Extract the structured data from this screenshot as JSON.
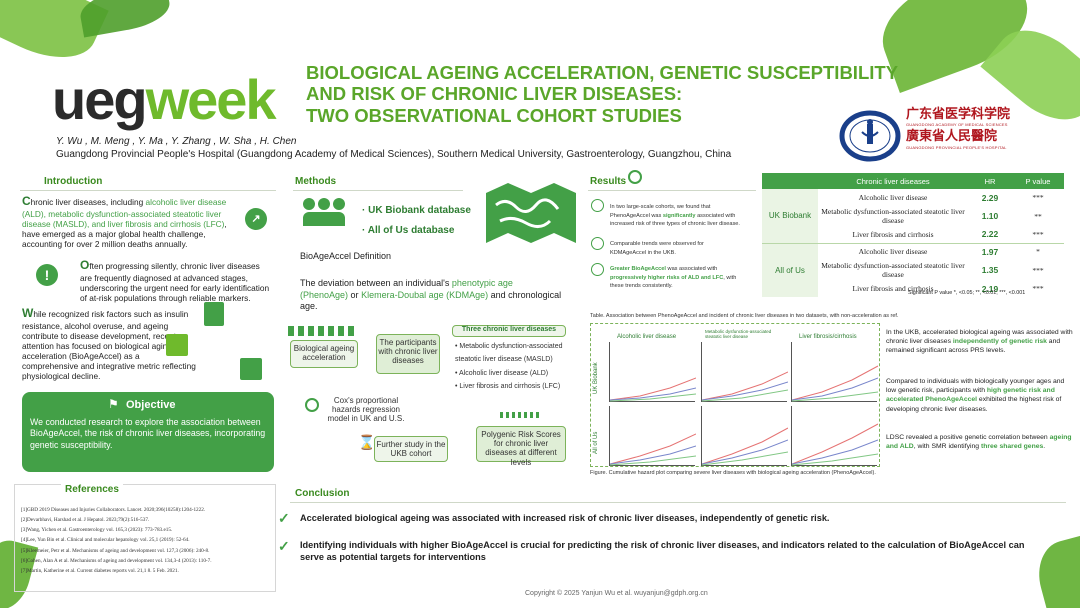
{
  "header": {
    "logo_part1": "ueg",
    "logo_part2": "week",
    "title_line1": "BIOLOGICAL AGEING ACCELERATION, GENETIC SUSCEPTIBILITY",
    "title_line2": "AND RISK OF CHRONIC LIVER DISEASES:",
    "title_line3": "TWO OBSERVATIONAL COHORT STUDIES",
    "authors": "Y. Wu , M. Meng , Y. Ma , Y. Zhang , W. Sha , H. Chen",
    "affiliation": "Guangdong Provincial People's Hospital (Guangdong Academy of Medical Sciences), Southern Medical University, Gastroenterology,  Guangzhou, China",
    "inst_cn1": "广东省医学科学院",
    "inst_en1": "GUANGDONG ACADEMY OF MEDICAL SCIENCES",
    "inst_cn2": "廣東省人民醫院",
    "inst_en2": "GUANGDONG PROVINCIAL PEOPLE'S HOSPITAL"
  },
  "introduction": {
    "heading": "Introduction",
    "p1_cap": "C",
    "p1_a": "hronic liver diseases, including ",
    "p1_b": "alcoholic liver disease (ALD), metabolic dysfunction-associated steatotic liver disease (MASLD), and liver fibrosis and cirrhosis (LFC)",
    "p1_c": ", have emerged as a major global health challenge, accounting for over 2 million deaths annually.",
    "p2_cap": "O",
    "p2": "ften progressing silently, chronic liver diseases are frequently diagnosed at advanced stages, underscoring the urgent need for early identification of at-risk populations through reliable markers.",
    "p3_cap": "W",
    "p3": "hile recognized risk factors such as insulin resistance, alcohol overuse, and ageing contribute to disease development, recent attention has focused on biological aging acceleration (BioAgeAccel) as a comprehensive and integrative metric reflecting physiological decline."
  },
  "objective": {
    "heading": "Objective",
    "text": "We conducted research to explore the association between BioAgeAccel, the risk of chronic liver diseases, incorporating genetic susceptibility."
  },
  "references": {
    "heading": "References",
    "items": [
      "[1]GBD 2019 Diseases and Injuries Collaborators. Lancet. 2020;396(10258):1204-1222.",
      "[2]Devarbhavi, Harshad et al. J Hepatol. 2023;79(2):516-537.",
      "[3]Wang, Yichen et al. Gastroenterology vol. 165,3 (2023): 773-783.e15.",
      "[4]Lee, Yun Bin et al. Clinical and molecular hepatology vol. 25,1 (2019): 52-64.",
      "[5]Kleemeier, Petr et al. Mechanisms of ageing and development vol. 127,3 (2006): 240-8.",
      "[6]Cohen, Alan A et al. Mechanisms of ageing and development vol. 134,3-4 (2013): 110-7.",
      "[7]Martin, Katherine et al. Current diabetes reports vol. 21,1 8. 5 Feb. 2021."
    ]
  },
  "methods": {
    "heading": "Methods",
    "db1": "· UK Biobank database",
    "db2": "· All of Us database",
    "def_title": "BioAgeAccel Definition",
    "dev_a": "The deviation between an individual's ",
    "dev_b": "phenotypic age (PhenoAge)",
    "dev_c": " or ",
    "dev_d": "Klemera-Doubal age (KDMAge)",
    "dev_e": " and chronological age.",
    "flow_bio": "Biological ageing acceleration",
    "flow_participants": "The participants with chronic liver diseases",
    "flow_three_head": "Three chronic liver diseases",
    "flow_list": [
      "• Metabolic dysfunction-associated steatotic liver disease (MASLD)",
      "• Alcoholic liver disease (ALD)",
      "• Liver fibrosis and cirrhosis (LFC)"
    ],
    "flow_cox": "Cox's proportional hazards regression model in UK and U.S.",
    "flow_further": "Further study in the UKB cohort",
    "flow_prs": "Polygenic Risk Scores for chronic liver diseases at different levels"
  },
  "results": {
    "heading": "Results",
    "r1_a": "In two large-scale cohorts, we found that",
    "r1_b": "PhenoAgeAccel was ",
    "r1_c": "significantly",
    "r1_d": " associated with",
    "r1_e": "increased risk of three types of chronic liver disease.",
    "r2_a": "Comparable trends were observed for",
    "r2_b": "KDMAgeAccel in the UKB.",
    "r3_a": "Greater BioAgeAccel",
    "r3_b": " was associated with",
    "r3_c": "progressively higher risks of ALD and LFC",
    "r3_d": ", with",
    "r3_e": "these trends consistently.",
    "table": {
      "headers": [
        "",
        "Chronic liver diseases",
        "HR",
        "P value"
      ],
      "cohort1": "UK Biobank",
      "cohort2": "All of Us",
      "rows": [
        {
          "disease": "Alcoholic liver disease",
          "hr": "2.29",
          "p": "***"
        },
        {
          "disease": "Metabolic dysfunction-associated steatotic liver disease",
          "hr": "1.10",
          "p": "**"
        },
        {
          "disease": "Liver fibrosis and cirrhosis",
          "hr": "2.22",
          "p": "***"
        },
        {
          "disease": "Alcoholic liver disease",
          "hr": "1.97",
          "p": "*"
        },
        {
          "disease": "Metabolic dysfunction-associated steatotic liver disease",
          "hr": "1.35",
          "p": "***"
        },
        {
          "disease": "Liver fibrosis and cirrhosis",
          "hr": "2.19",
          "p": "***"
        }
      ]
    },
    "sig_note": "Significant P value  *, <0.05; **, <0.01; ***, <0.001",
    "table_caption": "Table. Association between PhenoAgeAccel and incident of chronic liver diseases in two datasets, with non-acceleration as ref.",
    "plot_col1": "Alcoholic liver disease",
    "plot_col2": "Metabolic dysfunction-associated steatotic liver disease",
    "plot_col3": "Liver fibrosis/cirrhosis",
    "plot_row1": "UK Biobank",
    "plot_row2": "All of Us",
    "fig_caption": "Figure. Cumulative hazard plot comparing severe liver diseases with biological ageing acceleration (PhenoAgeAccel).",
    "rp1_a": "In the UKB, accelerated biological ageing was associated with chronic liver diseases ",
    "rp1_b": "independently of genetic risk",
    "rp1_c": " and remained significant across PRS levels.",
    "rp2_a": "Compared to individuals with biologically younger ages and low genetic risk, participants with ",
    "rp2_b": "high genetic risk and accelerated PhenoAgeAccel",
    "rp2_c": " exhibited the highest risk of developing chronic liver diseases.",
    "rp3_a": "LDSC revealed a positive genetic correlation between ",
    "rp3_b": "ageing and ALD",
    "rp3_c": ", with SMR identifying ",
    "rp3_d": "three shared genes",
    "rp3_e": "."
  },
  "conclusion": {
    "heading": "Conclusion",
    "c1": "Accelerated biological ageing was associated with increased risk of chronic liver diseases, independently of genetic risk.",
    "c2": "Identifying individuals with higher BioAgeAccel is crucial for predicting the risk of chronic liver diseases, and indicators related to the calculation of BioAgeAccel can serve as potential targets for interventions"
  },
  "footer": {
    "copyright": "Copyright © 2025 Yanjun Wu et al. wuyanjun@gdph.org.cn"
  },
  "colors": {
    "accent_green": "#43a047",
    "title_green": "#5aa62a",
    "hospital_red": "#b0171f"
  }
}
